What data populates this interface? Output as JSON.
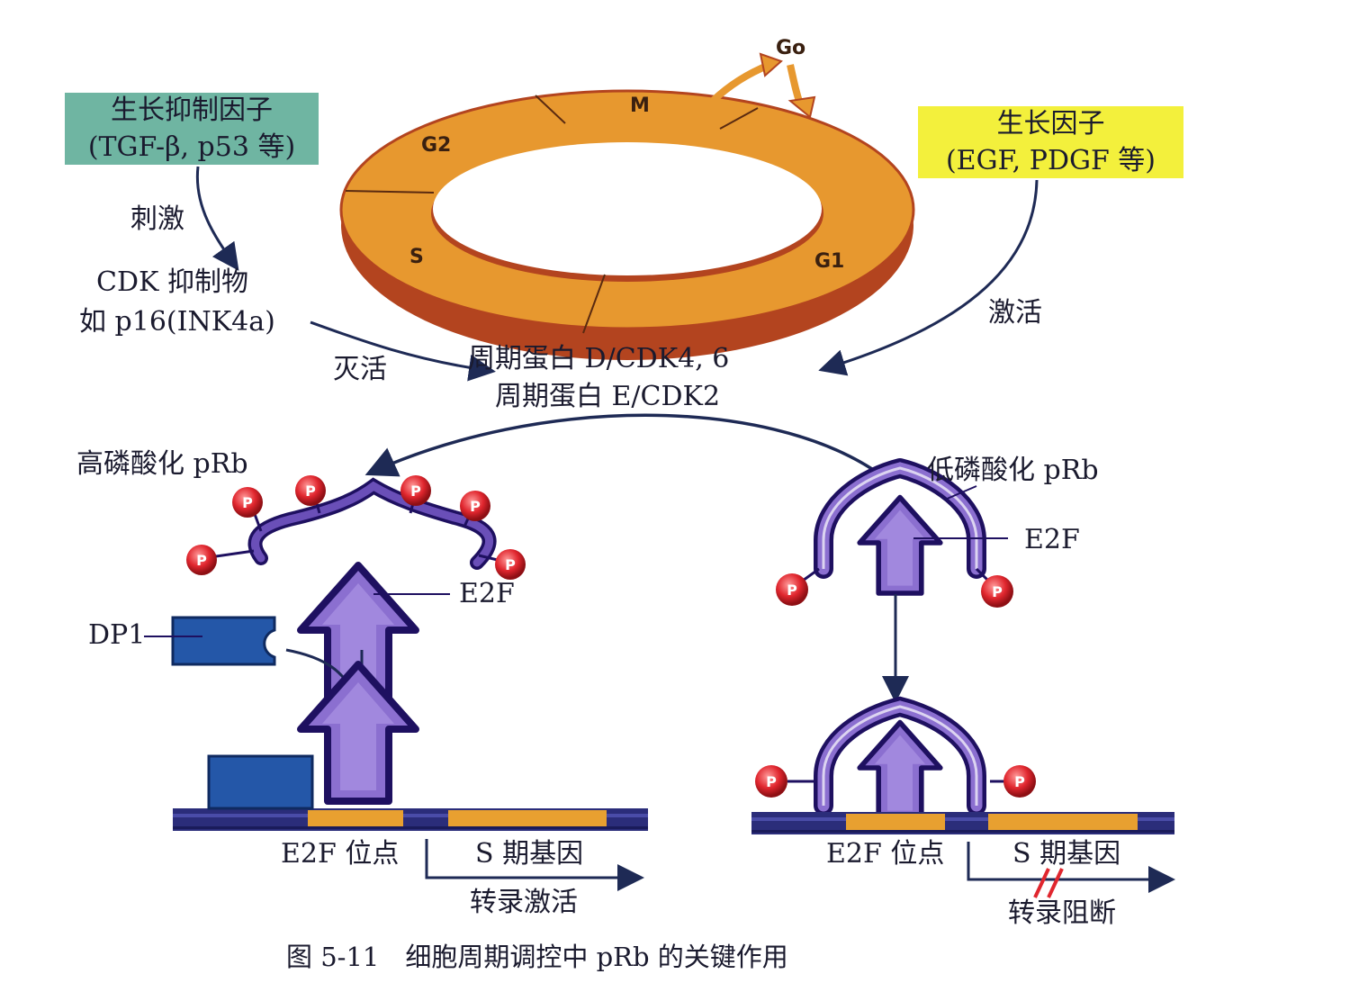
{
  "cycle": {
    "phases": {
      "go": "Go",
      "m": "M",
      "g2": "G2",
      "s": "S",
      "g1": "G1"
    }
  },
  "inhibitor_box": {
    "line1": "生长抑制因子",
    "line2": "(TGF-β, p53 等)"
  },
  "growth_factor_box": {
    "line1": "生长因子",
    "line2": "(EGF, PDGF 等)"
  },
  "labels": {
    "stimulate": "刺激",
    "cdk_inhibitor_line1": "CDK 抑制物",
    "cdk_inhibitor_line2": "如 p16(INK4a)",
    "inactivate": "灭活",
    "activate": "激活",
    "cyclin_d": "周期蛋白 D/CDK4, 6",
    "cyclin_e": "周期蛋白 E/CDK2",
    "hyper_prb": "高磷酸化 pRb",
    "hypo_prb": "低磷酸化 pRb",
    "e2f_left": "E2F",
    "e2f_right": "E2F",
    "dp1": "DP1",
    "e2f_site_left": "E2F 位点",
    "s_gene_left": "S 期基因",
    "e2f_site_right": "E2F 位点",
    "s_gene_right": "S 期基因",
    "transcription_active": "转录激活",
    "transcription_blocked": "转录阻断",
    "phospho": "P"
  },
  "caption": "图 5-11　细胞周期调控中 pRb 的关键作用",
  "colors": {
    "ring": "#e7982f",
    "ring_edge": "#b3441f",
    "e2f": "#8b6fd0",
    "e2f_edge": "#1e1060",
    "prb": "#6a4fb8",
    "phosphate": "#e0262e",
    "dp1": "#2457a8",
    "dna": "#2b2d7a",
    "dna_site": "#e8a030",
    "inhibitor_box": "#6fb5a2",
    "growth_factor_box": "#f3f03c"
  }
}
